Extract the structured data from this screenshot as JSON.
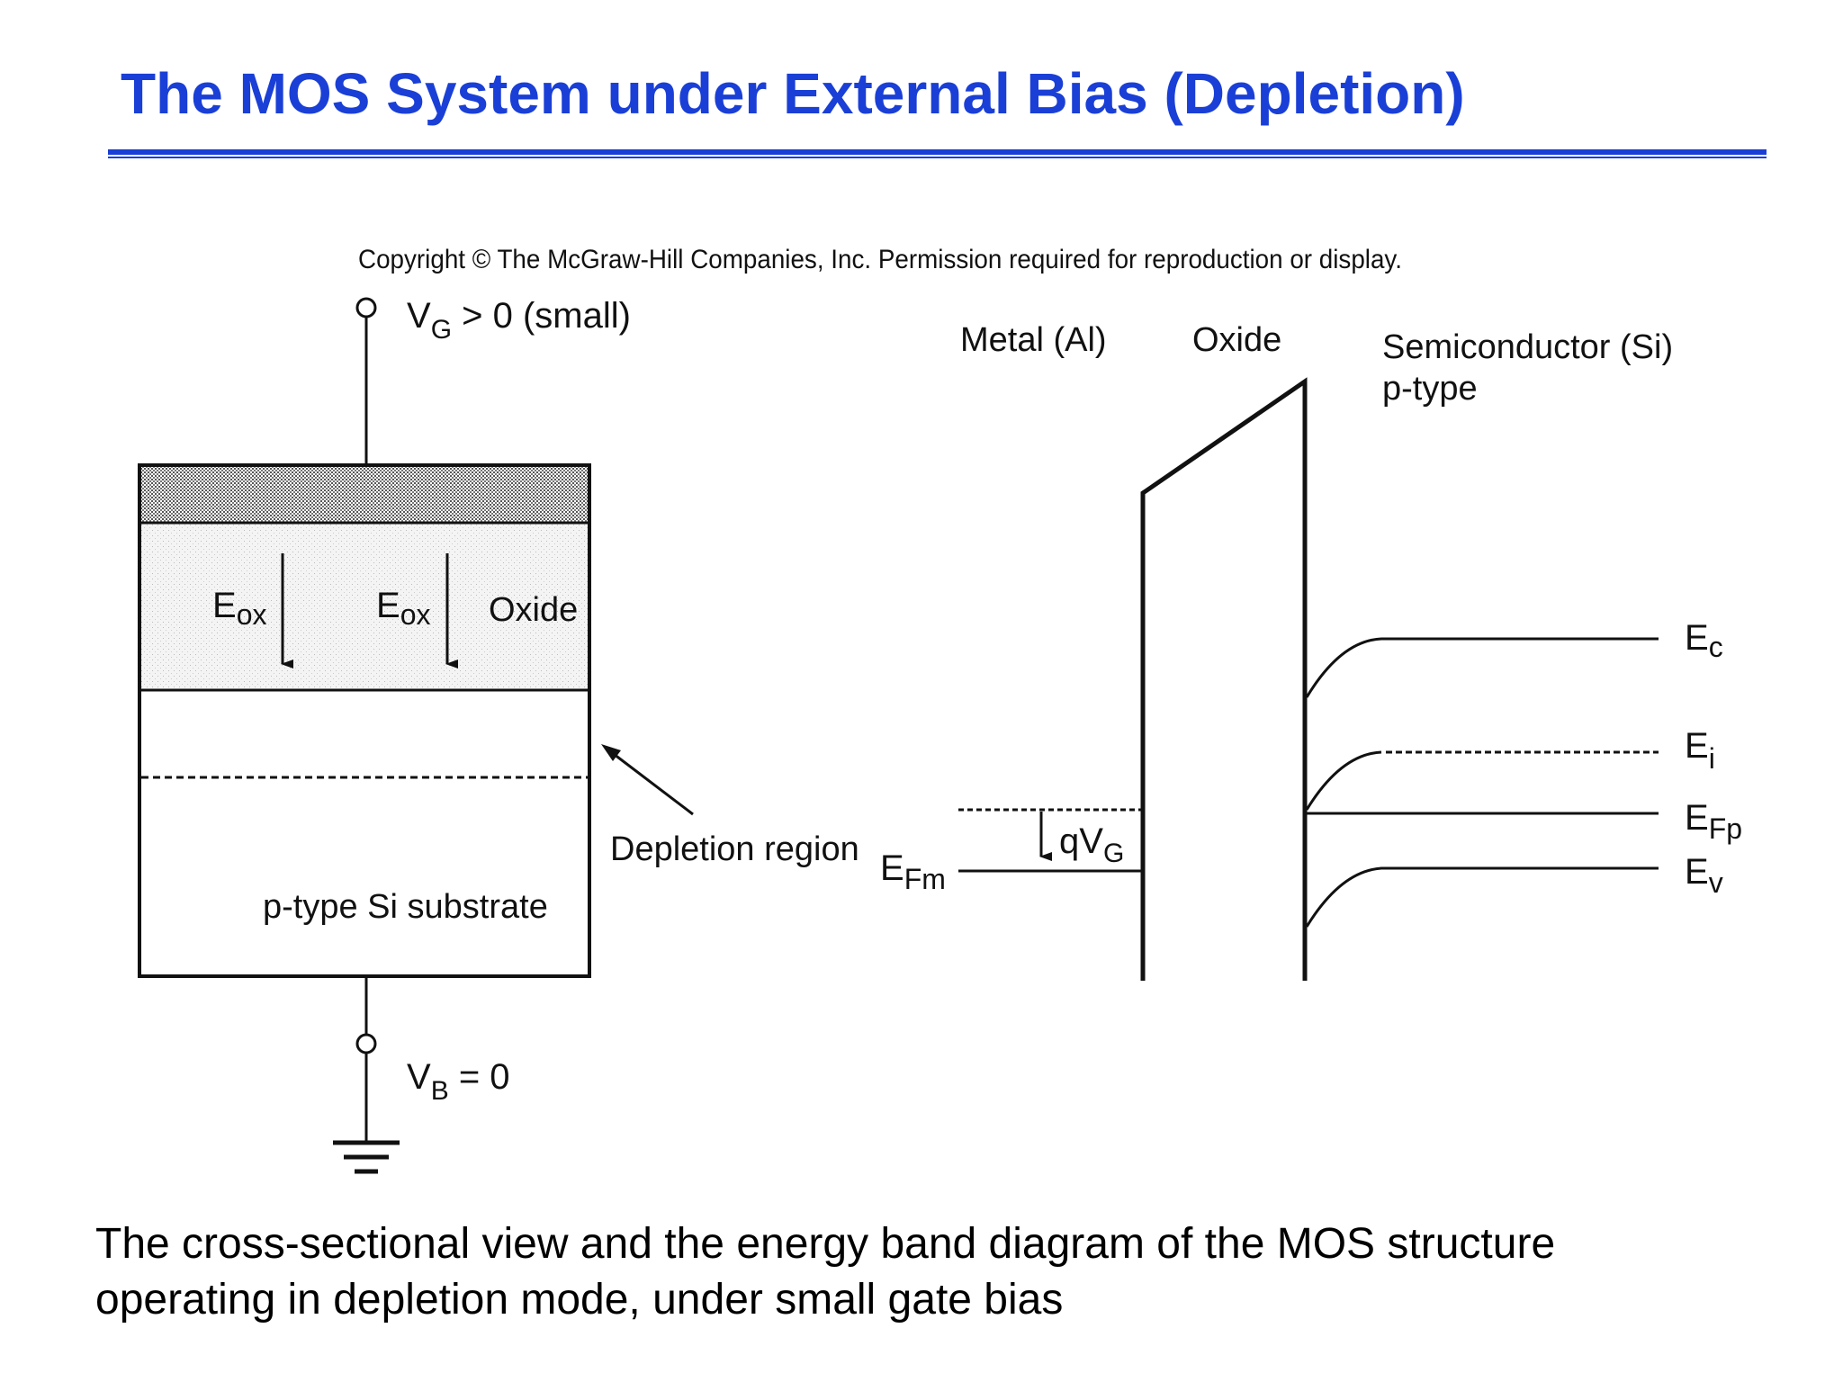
{
  "title": "The MOS System under External Bias (Depletion)",
  "colors": {
    "title": "#1a3fd6",
    "rule": "#1a3fd6",
    "line": "#111111"
  },
  "figure": {
    "copyright": "Copyright © The McGraw-Hill Companies, Inc. Permission required for reproduction or display.",
    "cross_section": {
      "gate_label": "V",
      "gate_subscript": "G",
      "gate_condition": " > 0  (small)",
      "eox_label": "E",
      "eox_subscript": "ox",
      "oxide_label": "Oxide",
      "depletion_label": "Depletion region",
      "substrate_label": "p-type Si substrate",
      "bulk_label": "V",
      "bulk_subscript": "B",
      "bulk_condition": " = 0"
    },
    "band_diagram": {
      "metal_label": "Metal (Al)",
      "oxide_label": "Oxide",
      "semi_label_line1": "Semiconductor (Si)",
      "semi_label_line2": "p-type",
      "qvg_label": "qV",
      "qvg_subscript": "G",
      "efm_label": "E",
      "efm_subscript": "Fm",
      "ec_label": "E",
      "ec_subscript": "c",
      "ei_label": "E",
      "ei_subscript": "i",
      "efp_label": "E",
      "efp_subscript": "Fp",
      "ev_label": "E",
      "ev_subscript": "v"
    }
  },
  "caption": {
    "line1": "The cross-sectional view and the energy band diagram of the MOS structure",
    "line2": "operating in depletion mode, under small gate bias"
  }
}
